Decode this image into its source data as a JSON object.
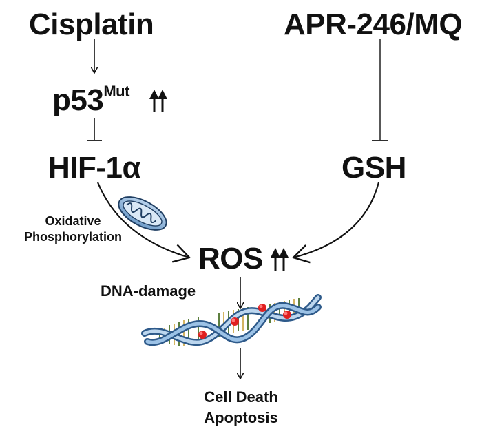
{
  "nodes": {
    "cisplatin": "Cisplatin",
    "apr": "APR-246/MQ",
    "p53": "p53",
    "p53_sup": "Mut",
    "hif": "HIF-1α",
    "gsh": "GSH",
    "ros": "ROS",
    "oxphos_line1": "Oxidative",
    "oxphos_line2": "Phosphorylation",
    "dna_damage": "DNA-damage",
    "outcome_line1": "Cell Death",
    "outcome_line2": "Apoptosis"
  },
  "icons": {
    "p53_arrows": "double-up-arrow-icon",
    "ros_arrows": "double-up-arrow-icon",
    "mitochondrion": "mitochondrion-icon",
    "dna": "dna-helix-icon"
  },
  "colors": {
    "text": "#111111",
    "mito_fill": "#8fb4d8",
    "dna_blue": "#4a7fb8",
    "dna_light": "#bcd6ee",
    "damage_red": "#e02020"
  }
}
